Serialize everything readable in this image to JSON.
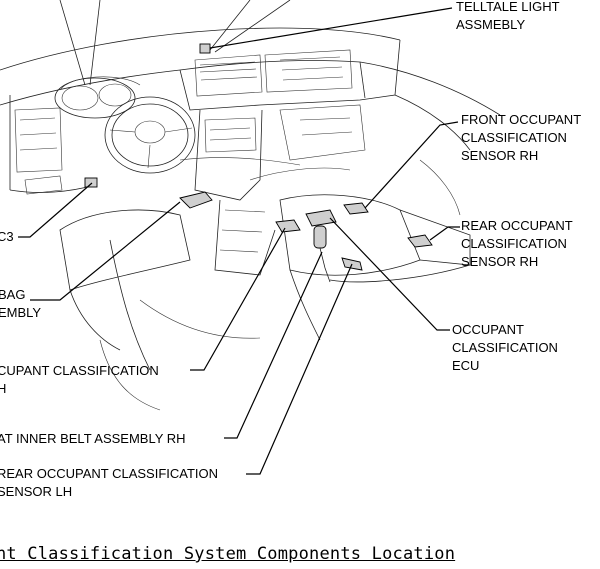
{
  "labels": {
    "telltale": [
      "TELLTALE LIGHT",
      "ASSMEBLY"
    ],
    "front_sensor_rh": [
      "FRONT OCCUPANT",
      "CLASSIFICATION",
      "SENSOR RH"
    ],
    "rear_sensor_rh": [
      "REAR OCCUPANT",
      "CLASSIFICATION",
      "SENSOR RH"
    ],
    "ecu": [
      "OCCUPANT",
      "CLASSIFICATION",
      "ECU"
    ],
    "c3": "C3",
    "airbag": [
      "BAG",
      "EMBLY"
    ],
    "occupant_class": [
      "CUPANT CLASSIFICATION",
      "H"
    ],
    "inner_belt": "AT INNER BELT ASSEMBLY RH",
    "rear_sensor_lh": [
      "REAR OCCUPANT CLASSIFICATION",
      "SENSOR LH"
    ]
  },
  "caption": "nt Classification System Components Location"
}
